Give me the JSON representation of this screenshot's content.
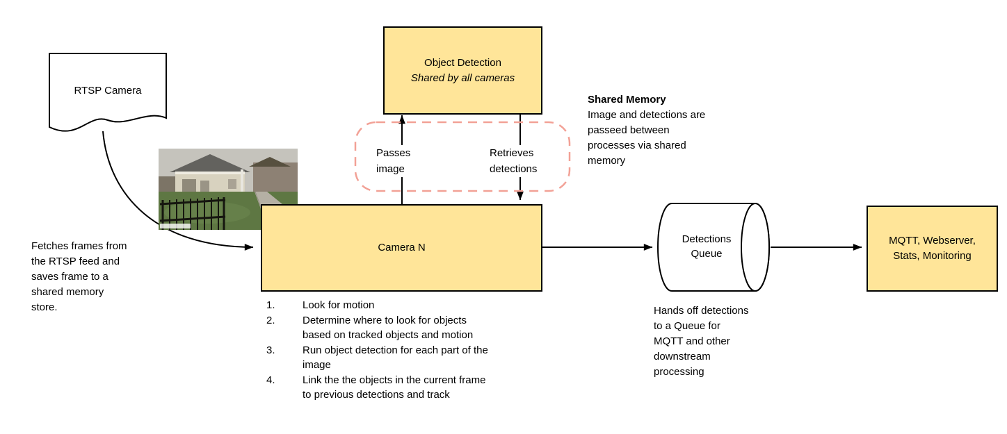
{
  "diagram": {
    "nodes": {
      "rtsp_camera": {
        "label": "RTSP Camera",
        "shape": "document"
      },
      "object_detection": {
        "title": "Object Detection",
        "subtitle": "Shared by all cameras"
      },
      "camera_n": {
        "label": "Camera N"
      },
      "detections_queue": {
        "label": "Detections Queue",
        "shape": "cylinder"
      },
      "outputs": {
        "label": "MQTT, Webserver, Stats, Monitoring"
      }
    },
    "edge_labels": {
      "passes_image": "Passes image",
      "retrieves_detections": "Retrieves detections"
    },
    "notes": {
      "fetch_frames": "Fetches frames from the RTSP feed and saves frame to a shared memory store.",
      "shared_memory_title": "Shared Memory",
      "shared_memory_body": "Image and detections are passeed between processes via shared memory",
      "queue_handoff": "Hands off detections to a Queue for MQTT and other downstream processing"
    },
    "camera_steps": [
      {
        "num": "1.",
        "text": "Look for motion"
      },
      {
        "num": "2.",
        "text": "Determine where to look for objects based on tracked objects and motion"
      },
      {
        "num": "3.",
        "text": "Run object detection for each part of the image"
      },
      {
        "num": "4.",
        "text": "Link the the objects in the current frame to previous detections and track"
      }
    ],
    "colors": {
      "node_fill": "#ffe599",
      "node_border": "#000000",
      "shared_memory_outline": "#f2a196",
      "arrow": "#000000",
      "background": "#ffffff"
    }
  }
}
